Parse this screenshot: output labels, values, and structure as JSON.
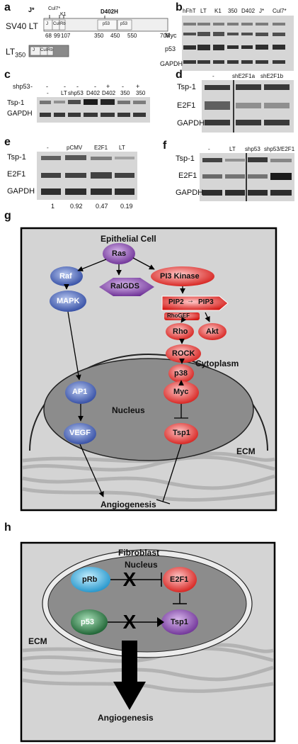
{
  "panel_a": {
    "label": "a",
    "sv40_title": "SV40 LT",
    "lt350_title": "LT",
    "lt350_sub": "350",
    "j_star": "J*",
    "cul7_star": "Cul7*",
    "k1": "K1",
    "d402h": "D402H",
    "dom_j": "J",
    "dom_cul": "Cul",
    "dom_rb": "Rb",
    "dom_p53": "p53",
    "ticks": [
      "68",
      "99",
      "107",
      "350",
      "450",
      "550",
      "708"
    ]
  },
  "panel_b": {
    "label": "b",
    "lanes": [
      "hFhT",
      "LT",
      "K1",
      "350",
      "D402",
      "J*",
      "Cul7*"
    ],
    "rows": [
      "Myc",
      "p53",
      "GAPDH"
    ]
  },
  "panel_c": {
    "label": "c",
    "shp53_label": "shp53",
    "shp53_marks": [
      "-",
      "-",
      "-",
      "-",
      "-",
      "+",
      "-",
      "+"
    ],
    "lanes": [
      "-",
      "LT",
      "shp53",
      "D402",
      "D402",
      "350",
      "350"
    ],
    "rows": [
      "Tsp-1",
      "GAPDH"
    ]
  },
  "panel_d": {
    "label": "d",
    "lanes": [
      "-",
      "shE2F1a",
      "shE2F1b"
    ],
    "rows": [
      "Tsp-1",
      "E2F1",
      "GAPDH"
    ]
  },
  "panel_e": {
    "label": "e",
    "lanes": [
      "-",
      "pCMV",
      "E2F1",
      "LT"
    ],
    "rows": [
      "Tsp-1",
      "E2F1",
      "GAPDH"
    ],
    "quant": [
      "1",
      "0.92",
      "0.47",
      "0.19"
    ]
  },
  "panel_f": {
    "label": "f",
    "lanes": [
      "-",
      "LT",
      "shp53",
      "shp53/E2F1"
    ],
    "rows": [
      "Tsp-1",
      "E2F1",
      "GAPDH"
    ]
  },
  "panel_g": {
    "label": "g",
    "title": "Epithelial Cell",
    "nodes": {
      "ras": "Ras",
      "raf": "Raf",
      "ralgds": "RalGDS",
      "pi3k": "PI3 Kinase",
      "mapk": "MAPK",
      "pip2": "PIP2",
      "pip3": "PIP3",
      "rhogef": "RhoGEF",
      "rho": "Rho",
      "akt": "Akt",
      "rock": "ROCK",
      "p38": "p38",
      "ap1": "AP1",
      "myc": "Myc",
      "vegf": "VEGF",
      "tsp1": "Tsp1"
    },
    "cytoplasm": "Cytoplasm",
    "nucleus": "Nucleus",
    "ecm": "ECM",
    "angiogenesis": "Angiogenesis"
  },
  "panel_h": {
    "label": "h",
    "title": "Fibroblast",
    "nucleus": "Nucleus",
    "nodes": {
      "prb": "pRb",
      "e2f1": "E2F1",
      "p53": "p53",
      "tsp1": "Tsp1"
    },
    "ecm": "ECM",
    "angiogenesis": "Angiogenesis"
  },
  "colors": {
    "purple": "#7a3aa0",
    "blue": "#3a55b0",
    "red": "#e0201c",
    "cyan": "#2aa4d8",
    "green": "#1e7a3a",
    "cell_gray": "#d4d4d4",
    "nucleus_gray": "#8c8c8c"
  }
}
